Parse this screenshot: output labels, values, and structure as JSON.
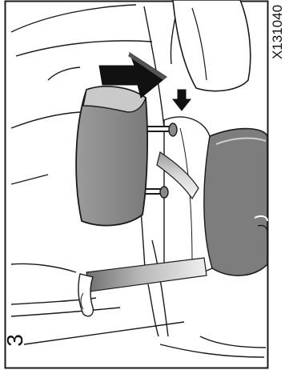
{
  "figure": {
    "step_number": "3",
    "image_code": "X131040"
  },
  "colors": {
    "line": "#1a1a1a",
    "headrest_fill": "#8c8c8c",
    "headrest_top": "#c9c9c9",
    "arrow_fill": "#111111",
    "seat_fill": "#7d7d7d",
    "belt_dark": "#8a8a8a",
    "belt_light": "#e6e6e6"
  },
  "icons": {
    "insert_arrow": "large-arrow-right",
    "press_arrow": "small-arrow-down"
  }
}
